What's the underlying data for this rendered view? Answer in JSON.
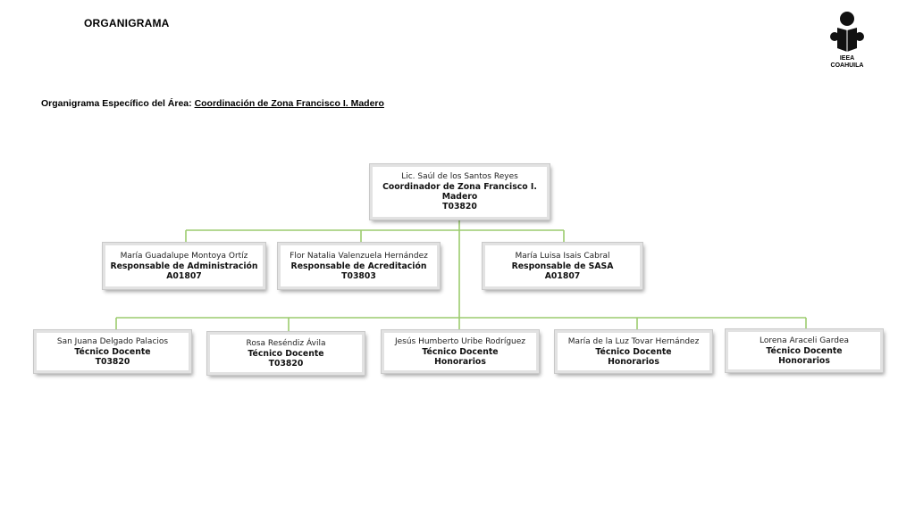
{
  "header": {
    "title": "ORGANIGRAMA",
    "subtitle_prefix": "Organigrama Específico del Área: ",
    "subtitle_area": "Coordinación de Zona Francisco I. Madero"
  },
  "logo": {
    "line1": "IEEA",
    "line2": "COAHUILA",
    "icon": "person-reading-icon"
  },
  "colors": {
    "connector": "#9ccc6e",
    "box_border": "#e2e2e2"
  },
  "org": {
    "root": {
      "name": "Lic. Saúl de los Santos Reyes",
      "role": "Coordinador de Zona Francisco I. Madero",
      "code": "T03820"
    },
    "level1": [
      {
        "name": "María  Guadalupe Montoya Ortíz",
        "role": "Responsable de Administración",
        "code": "A01807"
      },
      {
        "name": "Flor Natalia Valenzuela Hernández",
        "role": "Responsable de Acreditación",
        "code": "T03803"
      },
      {
        "name": "María Luisa Isais Cabral",
        "role": "Responsable de SASA",
        "code": "A01807"
      }
    ],
    "level2": [
      {
        "name": "San Juana Delgado Palacios",
        "role": "Técnico Docente",
        "code": "T03820"
      },
      {
        "name": "Rosa Reséndiz Ávila",
        "role": "Técnico Docente",
        "code": "T03820"
      },
      {
        "name": "Jesús Humberto Uribe Rodríguez",
        "role": "Técnico Docente",
        "code": "Honorarios"
      },
      {
        "name": "María  de la Luz Tovar Hernández",
        "role": "Técnico Docente",
        "code": "Honorarios"
      },
      {
        "name": "Lorena Araceli Gardea",
        "role": "Técnico Docente",
        "code": "Honorarios"
      }
    ]
  }
}
